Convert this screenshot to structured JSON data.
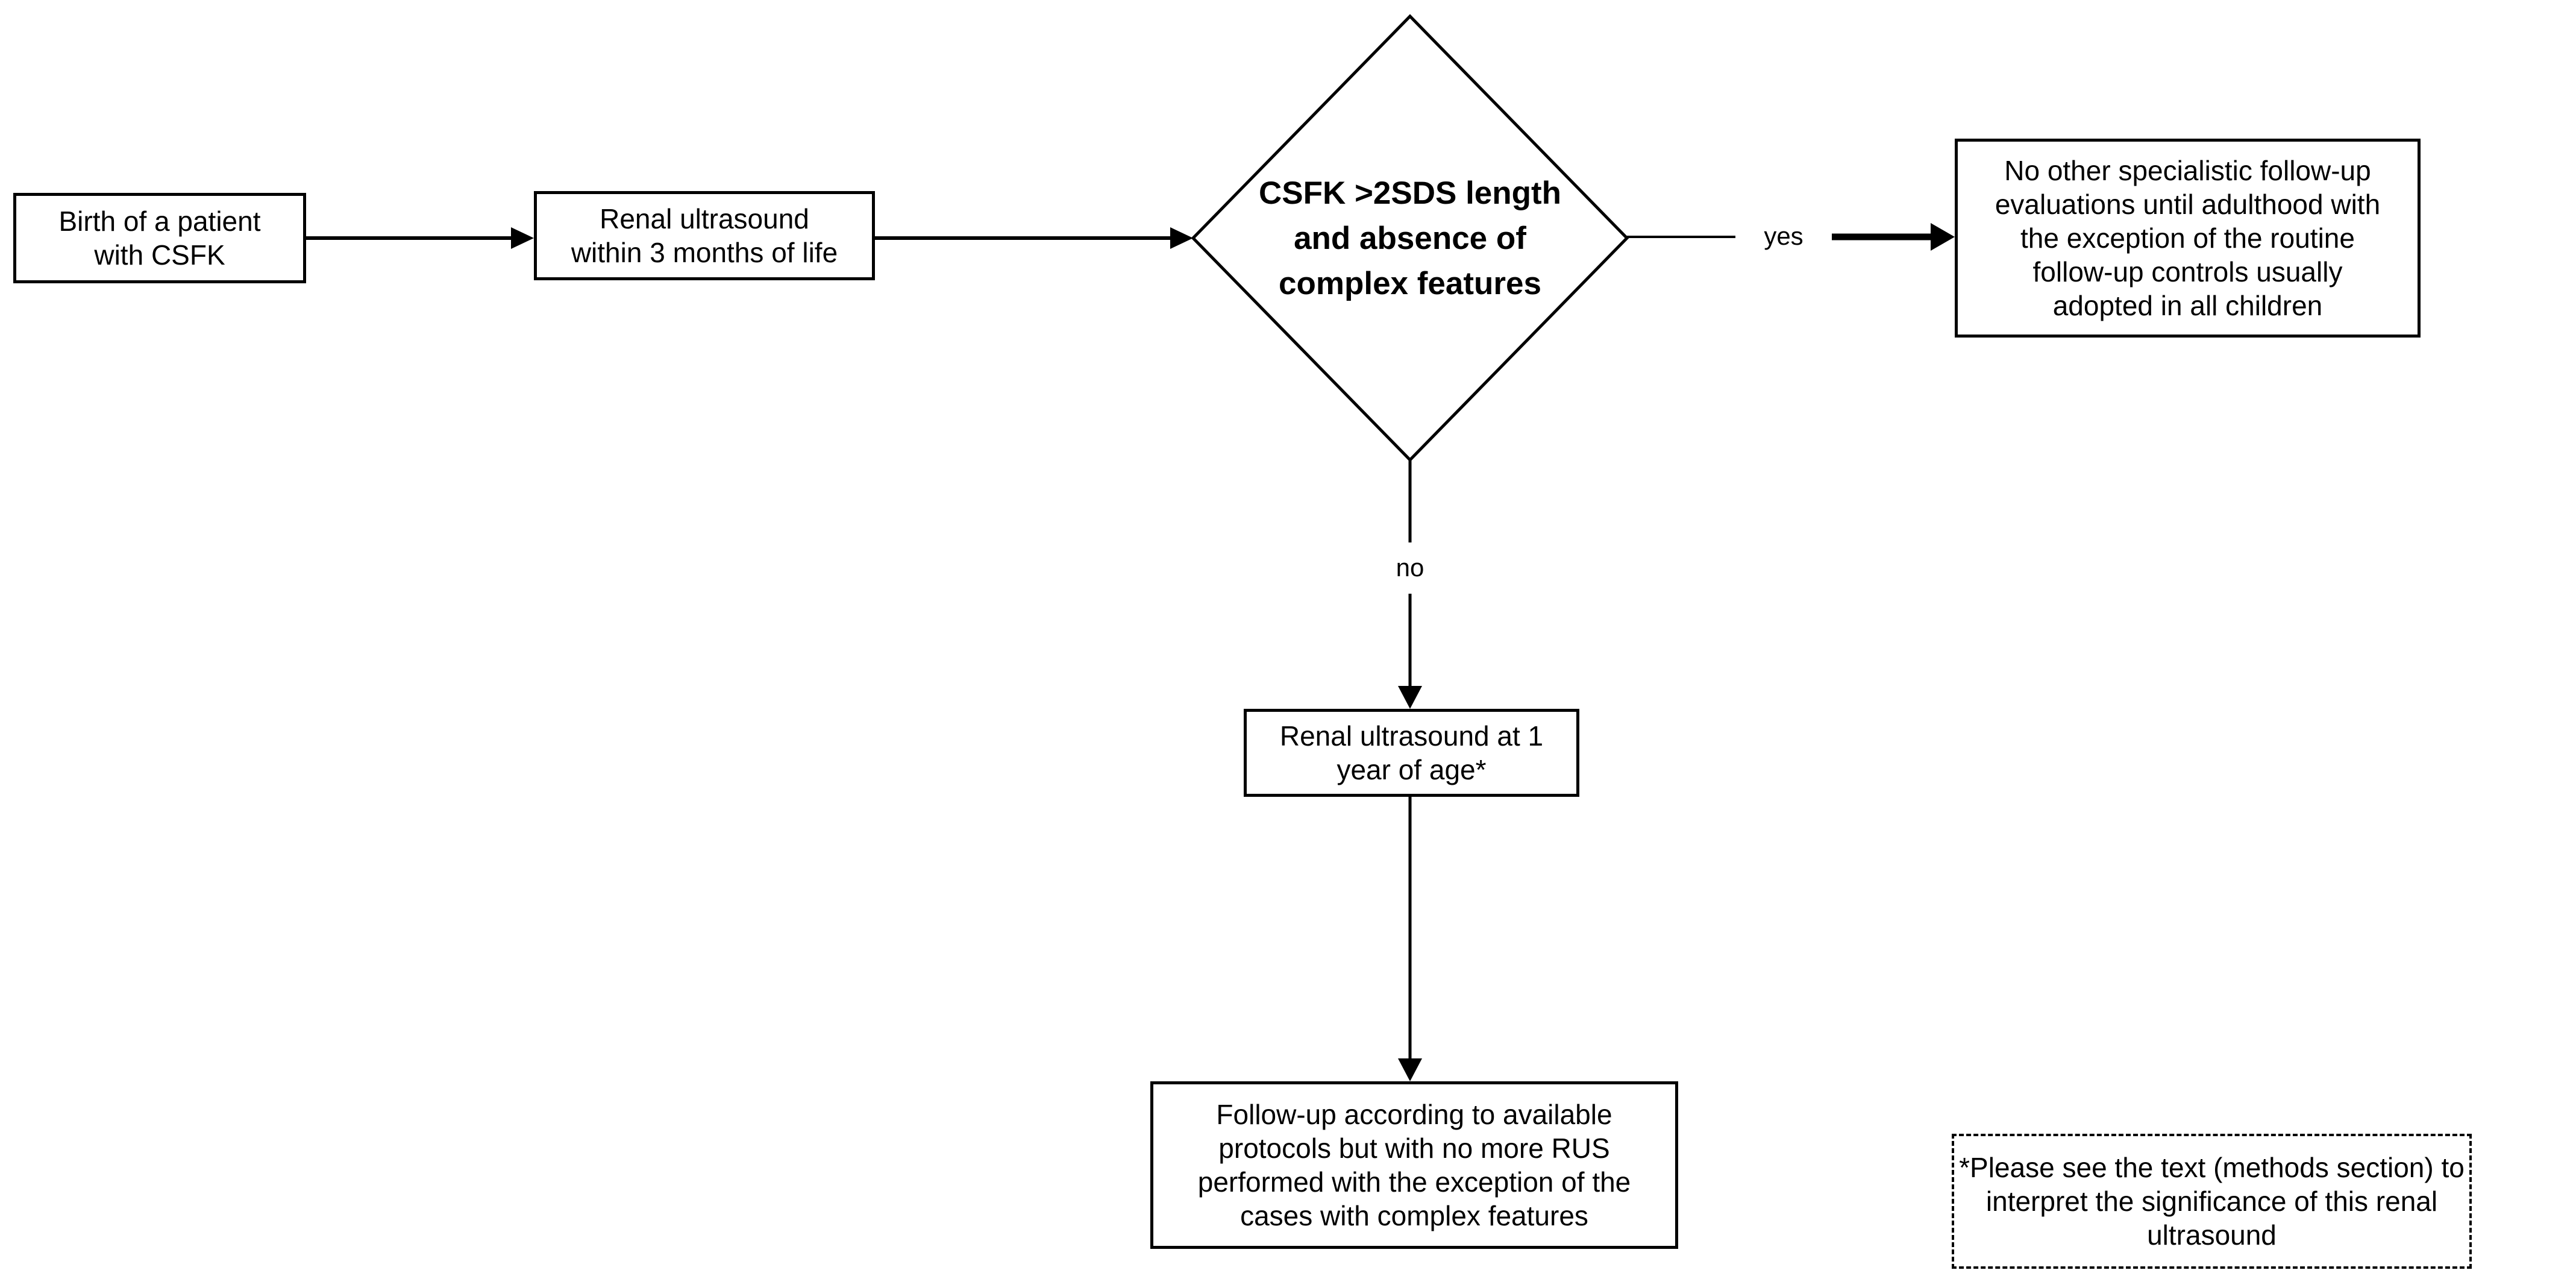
{
  "flowchart": {
    "title_hint": "CSFK follow-up decision flowchart",
    "colors": {
      "background": "#ffffff",
      "line": "#000000",
      "text": "#000000"
    },
    "nodes": {
      "start": {
        "label": "Birth of a patient\nwith CSFK",
        "shape": "rect"
      },
      "rus_3_months": {
        "label": "Renal ultrasound\nwithin 3 months of life",
        "shape": "rect"
      },
      "decision": {
        "label": "CSFK >2SDS length\nand absence of\ncomplex features",
        "shape": "diamond"
      },
      "no_specialist_followup": {
        "label": "No other specialistic follow-up\nevaluations until adulthood with\nthe exception of the routine\nfollow-up controls usually\nadopted in all children",
        "shape": "rect"
      },
      "rus_1_year": {
        "label": "Renal ultrasound at 1\nyear of age*",
        "shape": "rect"
      },
      "followup_protocols": {
        "label": "Follow-up according to available\nprotocols but with no more RUS\nperformed with the exception of the\ncases with complex features",
        "shape": "rect"
      },
      "footnote": {
        "label": "*Please see the text (methods section) to\ninterpret the significance of this renal\nultrasound",
        "shape": "dashed-rect"
      }
    },
    "edges": {
      "yes_label": "yes",
      "no_label": "no"
    }
  }
}
